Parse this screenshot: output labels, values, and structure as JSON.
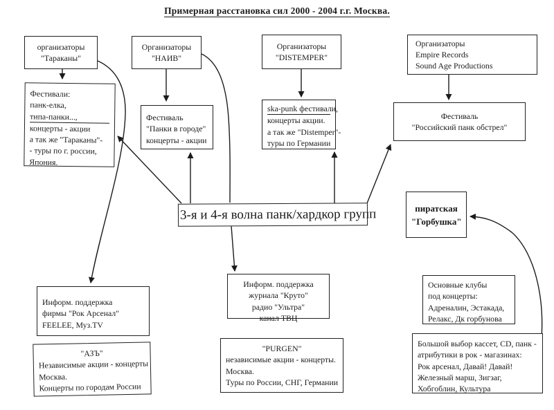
{
  "title": "Примерная расстановка сил 2000 - 2004 г.г. Москва.",
  "colors": {
    "ink": "#1b1b1b",
    "paper": "#ffffff"
  },
  "boxes": {
    "tarakany_org": {
      "lines": [
        "организаторы",
        "\"Тараканы\""
      ]
    },
    "tarakany_fest": {
      "lines": [
        "Фестивали:",
        "панк-елка,",
        "типа-панки...,",
        "концерты - акции",
        "а так же \"Тараканы\"-",
        "- туры по г. россии,",
        "Япония."
      ]
    },
    "naiv_org": {
      "lines": [
        "Организаторы",
        "\"НАИВ\""
      ]
    },
    "naiv_fest": {
      "lines": [
        "Фестиваль",
        "\"Панки в городе\"",
        "концерты - акции"
      ]
    },
    "distemper_org": {
      "lines": [
        "Организаторы",
        "\"DISTEMPER\""
      ]
    },
    "distemper_fest": {
      "lines": [
        "ska-punk фестивали,",
        "концерты акции.",
        "а так же \"Distemper\"-",
        "туры по Германии"
      ]
    },
    "empire_org": {
      "lines": [
        "Организаторы",
        "Empire Records",
        "Sound Age Productions"
      ]
    },
    "russian_fest": {
      "lines": [
        "Фестиваль",
        "\"Российский панк обстрел\""
      ]
    },
    "central": {
      "text": "3-я и 4-я волна панк/хардкор групп"
    },
    "gorbushka": {
      "lines": [
        "пиратская",
        "\"Горбушка\""
      ]
    },
    "inform_firm": {
      "lines": [
        "Информ. поддержка",
        "фирмы \"Рок Арсенал\"",
        "FEELEE, Муз.TV"
      ]
    },
    "az": {
      "lines": [
        "\"АЗЪ\"",
        "Независимые акции - концерты",
        "Москва.",
        "Концерты по городам России"
      ]
    },
    "inform_journal": {
      "lines": [
        "Информ. поддержка",
        "журнала \"Круто\"",
        "радио \"Ультра\"",
        "канал ТВЦ"
      ]
    },
    "purgen": {
      "lines": [
        "\"PURGEN\"",
        "независимые акции - концерты.",
        "Москва.",
        "Туры по России, СНГ, Германии"
      ]
    },
    "clubs": {
      "lines": [
        "Основные клубы",
        "под концерты:",
        "Адреналин, Эстакада,",
        "Релакс, Дк горбунова"
      ]
    },
    "shops": {
      "lines": [
        "Большой выбор кассет, CD, панк -",
        "атрибутики в рок - магазинах:",
        "Рок арсенал, Давай! Давай!",
        "Железный марш, Зигзаг,",
        "Хобгоблин, Культура"
      ]
    }
  }
}
